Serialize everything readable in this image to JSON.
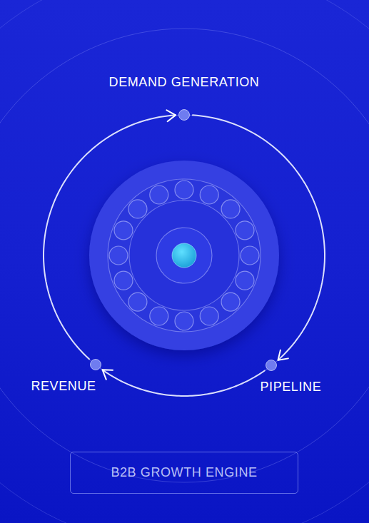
{
  "diagram": {
    "nodes": [
      {
        "text": [
          "DEMAND GENERATION"
        ]
      },
      {
        "text": [
          "PIPELINE"
        ]
      },
      {
        "text": [
          "REVENUE"
        ]
      },
      {
        "text": [
          "B2B GROWTH ENGINE"
        ]
      }
    ],
    "edges": [
      {
        "from": 0,
        "to": 1,
        "arrow": "to"
      },
      {
        "from": 1,
        "to": 2,
        "arrow": "to"
      },
      {
        "from": 2,
        "to": 0,
        "arrow": "to"
      }
    ]
  }
}
